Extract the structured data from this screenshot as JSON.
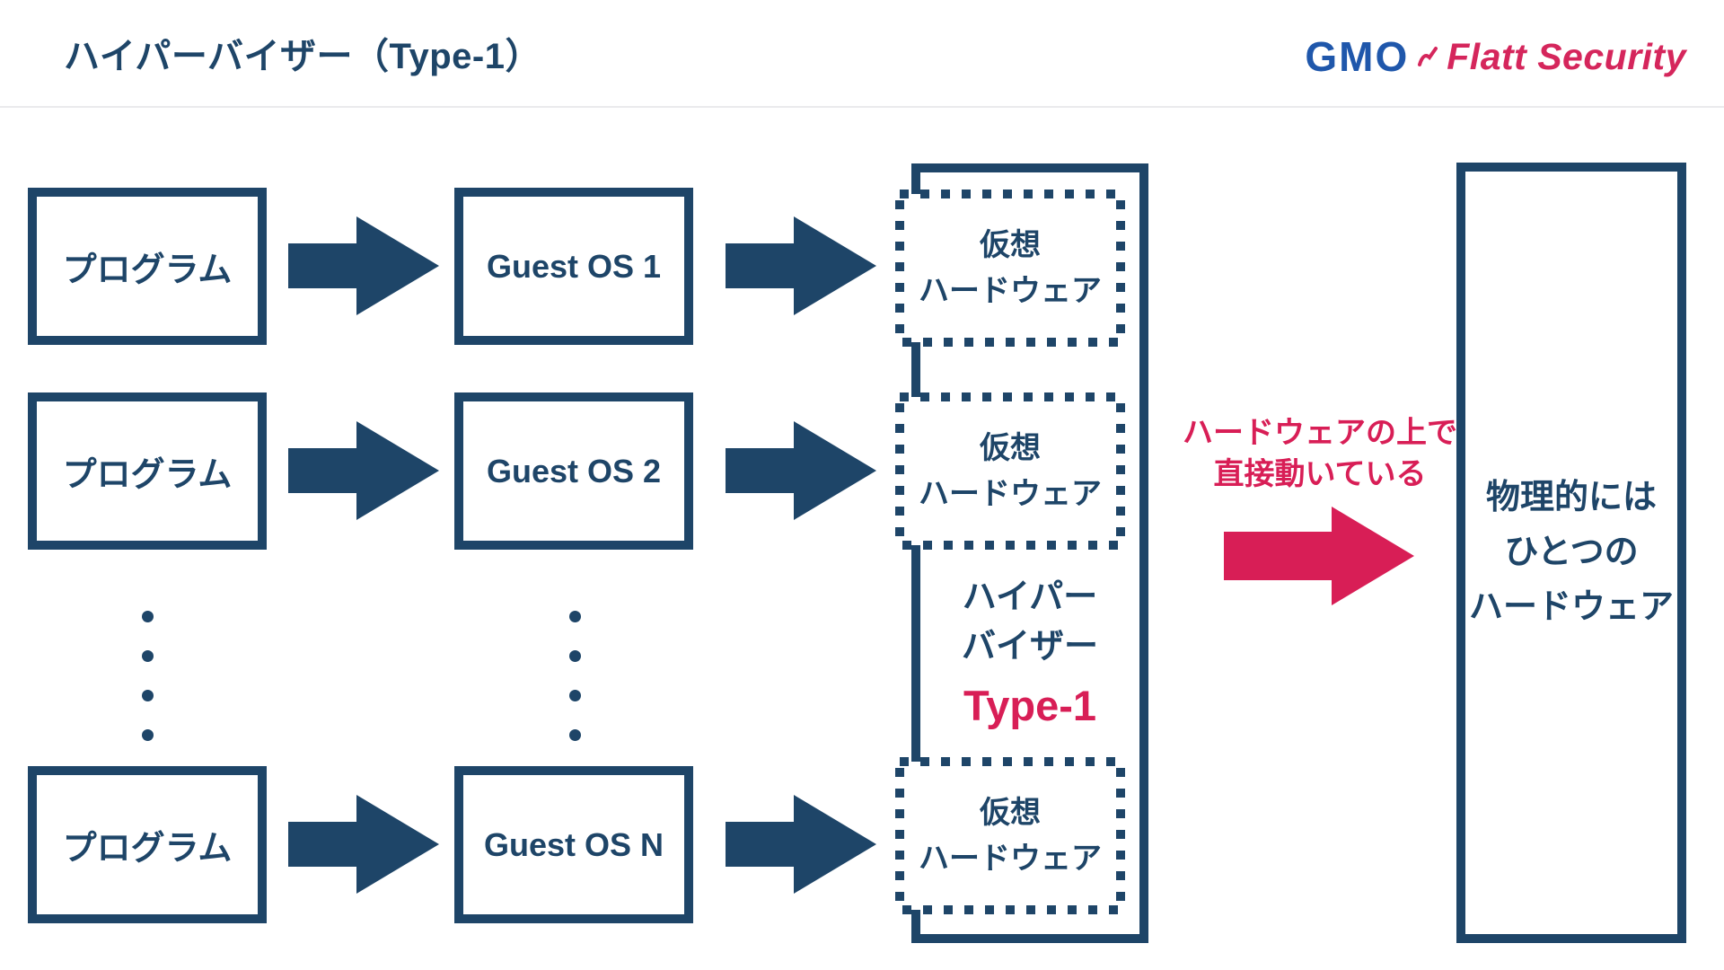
{
  "title": "ハイパーバイザー（Type-1）",
  "logo": {
    "gmo": "GMO",
    "product": "Flatt Security"
  },
  "colors": {
    "navy": "#1e4568",
    "crimson": "#d81e56",
    "logo_blue": "#1f57ab",
    "divider": "#eaeaec"
  },
  "diagram": {
    "rows": [
      {
        "program": "プログラム",
        "guest_os": "Guest OS 1",
        "virtual_hw_line1": "仮想",
        "virtual_hw_line2": "ハードウェア"
      },
      {
        "program": "プログラム",
        "guest_os": "Guest OS 2",
        "virtual_hw_line1": "仮想",
        "virtual_hw_line2": "ハードウェア"
      },
      {
        "program": "プログラム",
        "guest_os": "Guest OS N",
        "virtual_hw_line1": "仮想",
        "virtual_hw_line2": "ハードウェア"
      }
    ],
    "hypervisor": {
      "line1": "ハイパー",
      "line2": "バイザー",
      "type_label": "Type-1"
    },
    "annotation": {
      "line1": "ハードウェアの上で",
      "line2": "直接動いている"
    },
    "physical_hw": {
      "line1": "物理的には",
      "line2": "ひとつの",
      "line3": "ハードウェア"
    },
    "ellipsis_columns": 2,
    "ellipsis_dots_per_column": 4
  }
}
